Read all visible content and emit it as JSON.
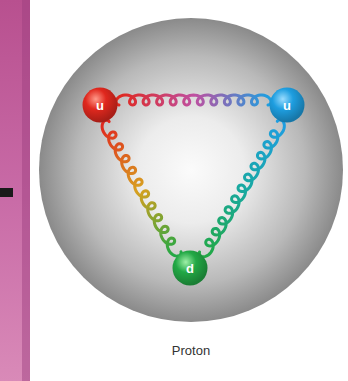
{
  "diagram": {
    "nodes": [
      {
        "text": [
          "Proton"
        ]
      },
      {
        "text": [
          "u"
        ],
        "in": 0
      },
      {
        "text": [
          "u"
        ],
        "in": 0
      },
      {
        "text": [
          "d"
        ],
        "in": 0
      }
    ],
    "edges": [
      {
        "from": 1,
        "to": 2,
        "arrow": "none"
      },
      {
        "from": 1,
        "to": 3,
        "arrow": "none"
      },
      {
        "from": 2,
        "to": 3,
        "arrow": "none"
      }
    ]
  }
}
